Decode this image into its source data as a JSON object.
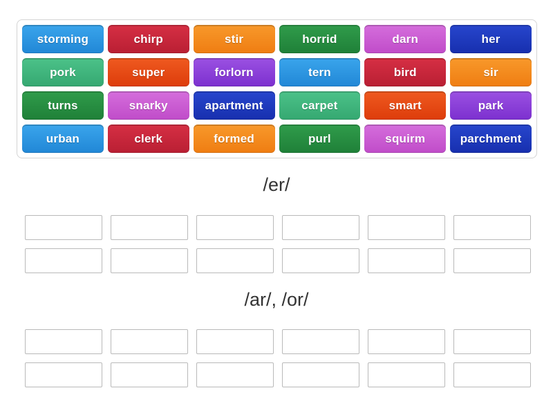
{
  "palette": {
    "blue": {
      "top": "#3aa5ec",
      "bottom": "#2187d6"
    },
    "crimson": {
      "top": "#d62f44",
      "bottom": "#b91f33"
    },
    "orange": {
      "top": "#f8992b",
      "bottom": "#ef7d12"
    },
    "green": {
      "top": "#309c4b",
      "bottom": "#1f8038"
    },
    "orchid": {
      "top": "#d56edc",
      "bottom": "#c04cc9"
    },
    "darkblue": {
      "top": "#2746cd",
      "bottom": "#172fae"
    },
    "emerald": {
      "top": "#4cc289",
      "bottom": "#35a871"
    },
    "orangered": {
      "top": "#ef5a20",
      "bottom": "#dd3c0b"
    },
    "purple": {
      "top": "#9b51e2",
      "bottom": "#7c30cf"
    }
  },
  "word_bank": {
    "tiles": [
      {
        "label": "storming",
        "color": "blue"
      },
      {
        "label": "chirp",
        "color": "crimson"
      },
      {
        "label": "stir",
        "color": "orange"
      },
      {
        "label": "horrid",
        "color": "green"
      },
      {
        "label": "darn",
        "color": "orchid"
      },
      {
        "label": "her",
        "color": "darkblue"
      },
      {
        "label": "pork",
        "color": "emerald"
      },
      {
        "label": "super",
        "color": "orangered"
      },
      {
        "label": "forlorn",
        "color": "purple"
      },
      {
        "label": "tern",
        "color": "blue"
      },
      {
        "label": "bird",
        "color": "crimson"
      },
      {
        "label": "sir",
        "color": "orange"
      },
      {
        "label": "turns",
        "color": "green"
      },
      {
        "label": "snarky",
        "color": "orchid"
      },
      {
        "label": "apartment",
        "color": "darkblue"
      },
      {
        "label": "carpet",
        "color": "emerald"
      },
      {
        "label": "smart",
        "color": "orangered"
      },
      {
        "label": "park",
        "color": "purple"
      },
      {
        "label": "urban",
        "color": "blue"
      },
      {
        "label": "clerk",
        "color": "crimson"
      },
      {
        "label": "formed",
        "color": "orange"
      },
      {
        "label": "purl",
        "color": "green"
      },
      {
        "label": "squirm",
        "color": "orchid"
      },
      {
        "label": "parchment",
        "color": "darkblue"
      }
    ]
  },
  "groups": [
    {
      "label": "/er/",
      "empty_slots": 12
    },
    {
      "label": "/ar/, /or/",
      "empty_slots": 12
    }
  ]
}
